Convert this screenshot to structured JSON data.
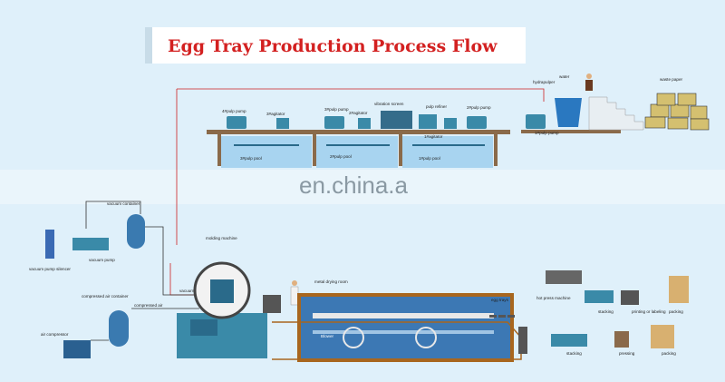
{
  "title": "Egg Tray Production Process Flow",
  "watermark": "en.china.a",
  "labels": {
    "water": "water",
    "hydrapulper": "hydrapulper",
    "waste_paper": "waste paper",
    "pulp_pump_4": "4#pulp pump",
    "agitator_3": "3#agitator",
    "pulp_pump_3": "3#pulp pump",
    "agitator_2": "2#agitator",
    "vibration_screen": "vibration screen",
    "pulp_refiner": "pulp refiner",
    "pulp_pump_2": "2#pulp pump",
    "agitator_1": "1#agitator",
    "pulp_pump_1": "1#pulp pump",
    "pulp_pool_3": "3#pulp pool",
    "pulp_pool_2": "2#pulp pool",
    "pulp_pool_1": "1#pulp pool",
    "vacuum_container": "vacuum container",
    "vacuum_pump": "vacuum pump",
    "vacuum_pump_silencer": "vacuum pump silencer",
    "molding_machine": "molding machine",
    "vacuum": "vacuum",
    "compressed_air_container": "compressed air container",
    "compressed_air": "compressed air",
    "air_compressor": "air compressor",
    "metal_drying_room": "metal drying room",
    "blower": "Blower",
    "egg_trays": "egg trays",
    "hot_press_machine": "hot press machine",
    "stacking_top": "stacking",
    "printing_labeling": "printing or labeling",
    "packing_top": "packing",
    "stacking_bottom": "stacking",
    "pressing": "pressing",
    "packing_bottom": "packing"
  },
  "colors": {
    "title": "#d32020",
    "pipe": "#cc2222",
    "platform": "#8a6a4a",
    "pool": "#a8d4f0",
    "machine": "#3a8aa8",
    "dryer": "#3c78b4",
    "dryer_border": "#a8661e"
  }
}
